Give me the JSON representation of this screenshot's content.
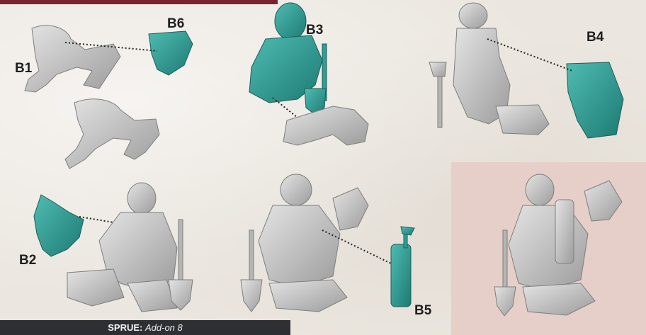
{
  "labels": {
    "b1": "B1",
    "b2": "B2",
    "b3": "B3",
    "b4": "B4",
    "b5": "B5",
    "b6": "B6"
  },
  "footer": {
    "prefix": "SPRUE:",
    "value": "Add-on 8"
  },
  "colors": {
    "highlight_part": "#2f9d94",
    "grey_part": "#c2c2c2",
    "panel_bg": "#e6cfc8",
    "footer_bg": "#2d2f32",
    "top_bar": "#7a2430"
  }
}
